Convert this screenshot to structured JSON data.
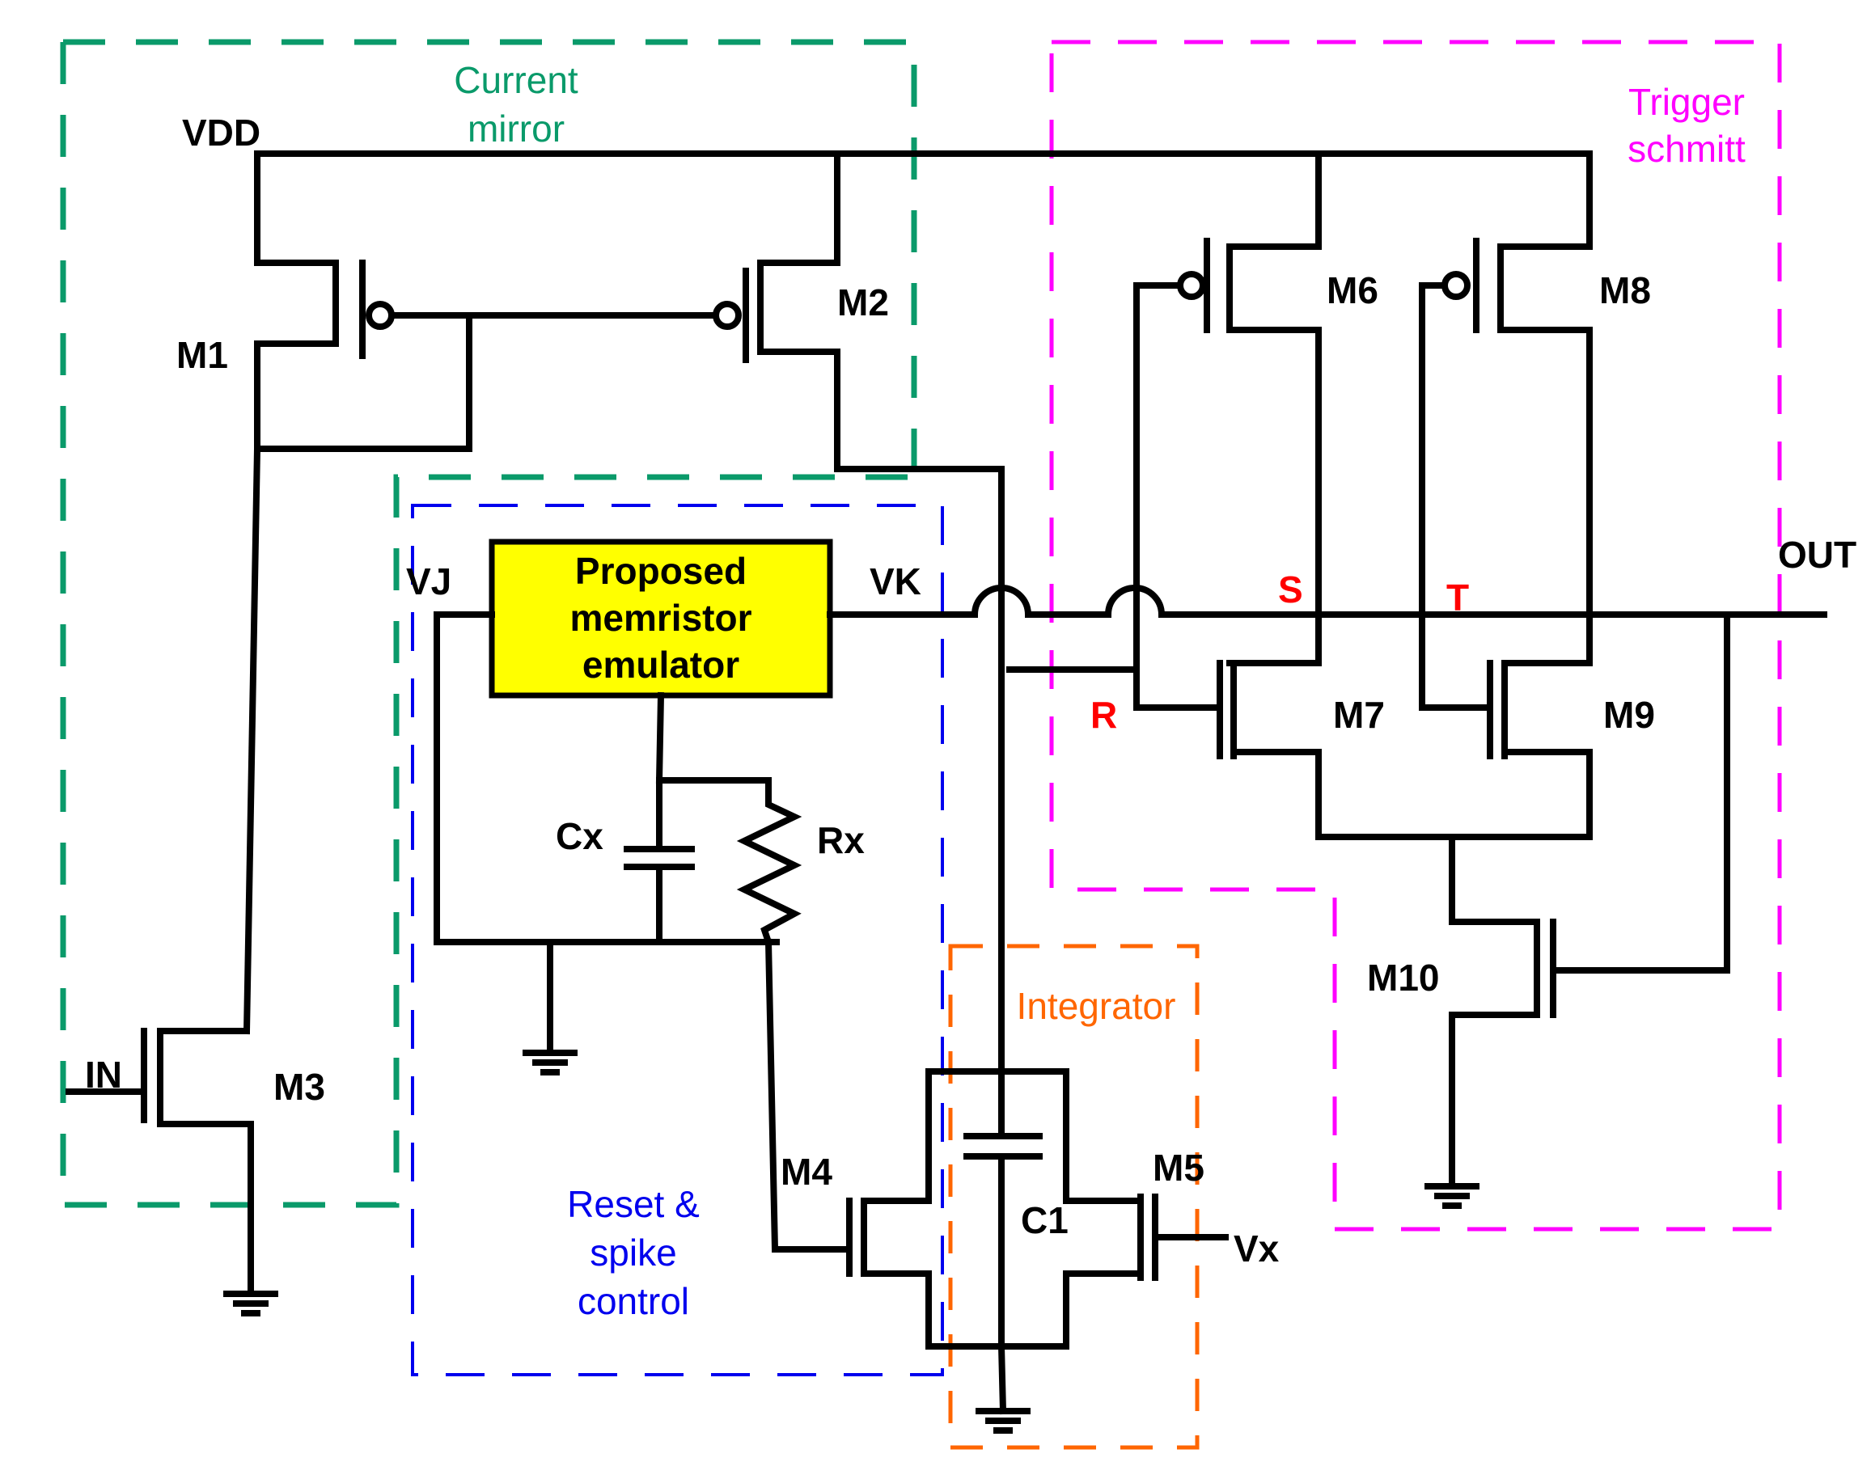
{
  "regions": {
    "current_mirror": {
      "label_line1": "Current",
      "label_line2": "mirror",
      "color": "#0a9a6a"
    },
    "trigger_schmitt": {
      "label_line1": "Trigger",
      "label_line2": "schmitt",
      "color": "#ff00ff"
    },
    "reset_spike": {
      "label_line1": "Reset &",
      "label_line2": "spike",
      "label_line3": "control",
      "color": "#0000ee"
    },
    "integrator": {
      "label": "Integrator",
      "color": "#ff6600"
    }
  },
  "memristor_box": {
    "line1": "Proposed",
    "line2": "memristor",
    "line3": "emulator",
    "fill": "#ffff00"
  },
  "labels": {
    "vdd": "VDD",
    "vj": "VJ",
    "vk": "VK",
    "out": "OUT",
    "in": "IN",
    "vx": "Vx",
    "m1": "M1",
    "m2": "M2",
    "m3": "M3",
    "m4": "M4",
    "m5": "M5",
    "m6": "M6",
    "m7": "M7",
    "m8": "M8",
    "m9": "M9",
    "m10": "M10",
    "cx": "Cx",
    "rx": "Rx",
    "c1": "C1"
  },
  "nodes": {
    "r": "R",
    "s": "S",
    "t": "T"
  }
}
